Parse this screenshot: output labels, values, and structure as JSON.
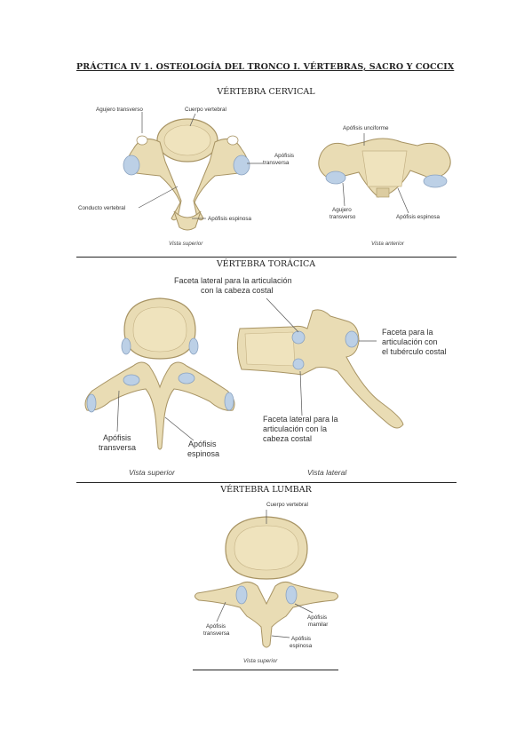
{
  "title": "PRÁCTICA IV 1. OSTEOLOGÍA DEL TRONCO I. VÉRTEBRAS, SACRO Y COCCIX",
  "sections": {
    "cervical": {
      "heading": "VÉRTEBRA CERVICAL",
      "labels": {
        "agujero_transverso": "Agujero transverso",
        "cuerpo_vertebral": "Cuerpo vertebral",
        "apofisis_transversa_1": "Apófisis",
        "apofisis_transversa_2": "transversa",
        "conducto_vertebral": "Conducto vertebral",
        "apofisis_espinosa": "Apófisis espinosa",
        "apofisis_unciforme": "Apófisis unciforme",
        "agujero_transverso_ant_1": "Agujero",
        "agujero_transverso_ant_2": "transverso",
        "apofisis_espinosa_ant": "Apófisis espinosa"
      },
      "views": {
        "superior": "Vista superior",
        "anterior": "Vista anterior"
      }
    },
    "toracica": {
      "heading": "VÉRTEBRA TORÁCICA",
      "labels": {
        "faceta_cabeza_1": "Faceta lateral para la articulación",
        "faceta_cabeza_2": "con la cabeza costal",
        "faceta_tuberculo_1": "Faceta para la",
        "faceta_tuberculo_2": "articulación con",
        "faceta_tuberculo_3": "el tubérculo costal",
        "faceta_inf_1": "Faceta lateral para la",
        "faceta_inf_2": "articulación con la",
        "faceta_inf_3": "cabeza costal",
        "apofisis_transversa_1": "Apófisis",
        "apofisis_transversa_2": "transversa",
        "apofisis_espinosa_1": "Apófisis",
        "apofisis_espinosa_2": "espinosa"
      },
      "views": {
        "superior": "Vista superior",
        "lateral": "Vista lateral"
      }
    },
    "lumbar": {
      "heading": "VÉRTEBRA LUMBAR",
      "labels": {
        "cuerpo_vertebral": "Cuerpo vertebral",
        "apofisis_transversa_1": "Apófisis",
        "apofisis_transversa_2": "transversa",
        "apofisis_mamilar_1": "Apófisis",
        "apofisis_mamilar_2": "mamilar",
        "apofisis_espinosa_1": "Apófisis",
        "apofisis_espinosa_2": "espinosa"
      },
      "views": {
        "superior": "Vista superior"
      }
    }
  },
  "colors": {
    "bone": "#e9dcb4",
    "bone_dark": "#b8a574",
    "cartilage": "#bcd0e6",
    "text": "#222222"
  }
}
